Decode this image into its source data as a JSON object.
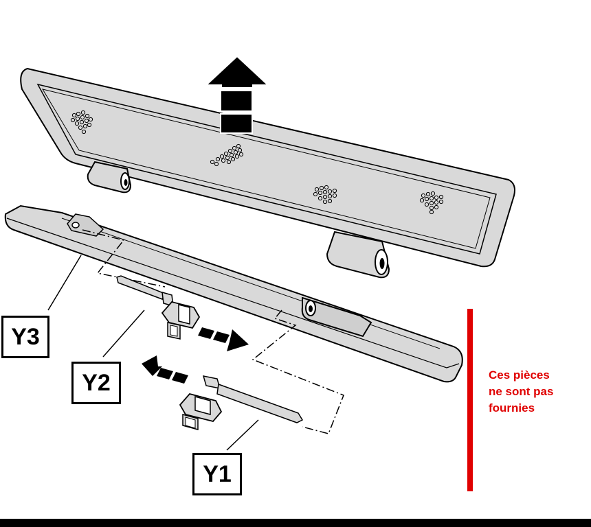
{
  "callouts": {
    "y1": "Y1",
    "y2": "Y2",
    "y3": "Y3"
  },
  "note": {
    "line1": "Ces pièces",
    "line2": "ne sont pas",
    "line3": "fournies"
  },
  "colors": {
    "part_fill": "#d9d9d9",
    "outline": "#000000",
    "note_red": "#e00000",
    "bar_red": "#e00000"
  },
  "icons": [
    "arrow-up-icon",
    "arrow-right-icon",
    "arrow-left-icon",
    "speaker-grille-icon"
  ]
}
